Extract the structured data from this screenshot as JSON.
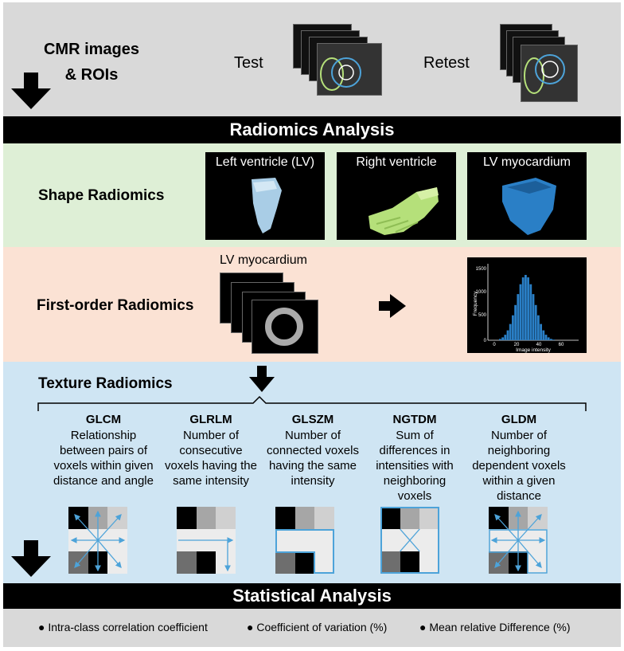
{
  "top": {
    "title_line1": "CMR images",
    "title_line2": "& ROIs",
    "test_label": "Test",
    "retest_label": "Retest"
  },
  "radiomics_bar": "Radiomics Analysis",
  "shape": {
    "title": "Shape Radiomics",
    "panels": [
      {
        "label": "Left ventricle (LV)",
        "color": "#a9cde6"
      },
      {
        "label": "Right ventricle",
        "color": "#b5e07a"
      },
      {
        "label": "LV myocardium",
        "color": "#2a7fc6"
      }
    ]
  },
  "first_order": {
    "title": "First-order Radiomics",
    "stack_label": "LV myocardium",
    "histogram": {
      "ylabel": "Frequency",
      "xlabel": "Image intensity",
      "yticks": [
        "1500",
        "1000",
        "500",
        "0"
      ],
      "xticks": [
        "0",
        "20",
        "40",
        "60"
      ]
    }
  },
  "texture": {
    "title": "Texture Radiomics",
    "methods": [
      {
        "name": "GLCM",
        "desc": [
          "Relationship",
          "between pairs of",
          "voxels within given",
          "distance and angle"
        ]
      },
      {
        "name": "GLRLM",
        "desc": [
          "Number of",
          "consecutive",
          "voxels having the",
          "same intensity"
        ]
      },
      {
        "name": "GLSZM",
        "desc": [
          "Number of",
          "connected voxels",
          "having the same",
          "intensity"
        ]
      },
      {
        "name": "NGTDM",
        "desc": [
          "Sum of",
          "differences in",
          "intensities with",
          "neighboring",
          "voxels"
        ]
      },
      {
        "name": "GLDM",
        "desc": [
          "Number of",
          "neighboring",
          "dependent voxels",
          "within a given",
          "distance"
        ]
      }
    ]
  },
  "stats_bar": "Statistical Analysis",
  "stats": {
    "items": [
      "Intra-class correlation coefficient",
      "Coefficient of variation (%)",
      "Mean relative Difference (%)"
    ]
  },
  "colors": {
    "top_bg": "#d9d9d9",
    "shape_bg": "#deefd6",
    "first_bg": "#fbe2d4",
    "texture_bg": "#cfe5f3",
    "stats_bg": "#d9d9d9",
    "accent_blue": "#4da3d9"
  }
}
